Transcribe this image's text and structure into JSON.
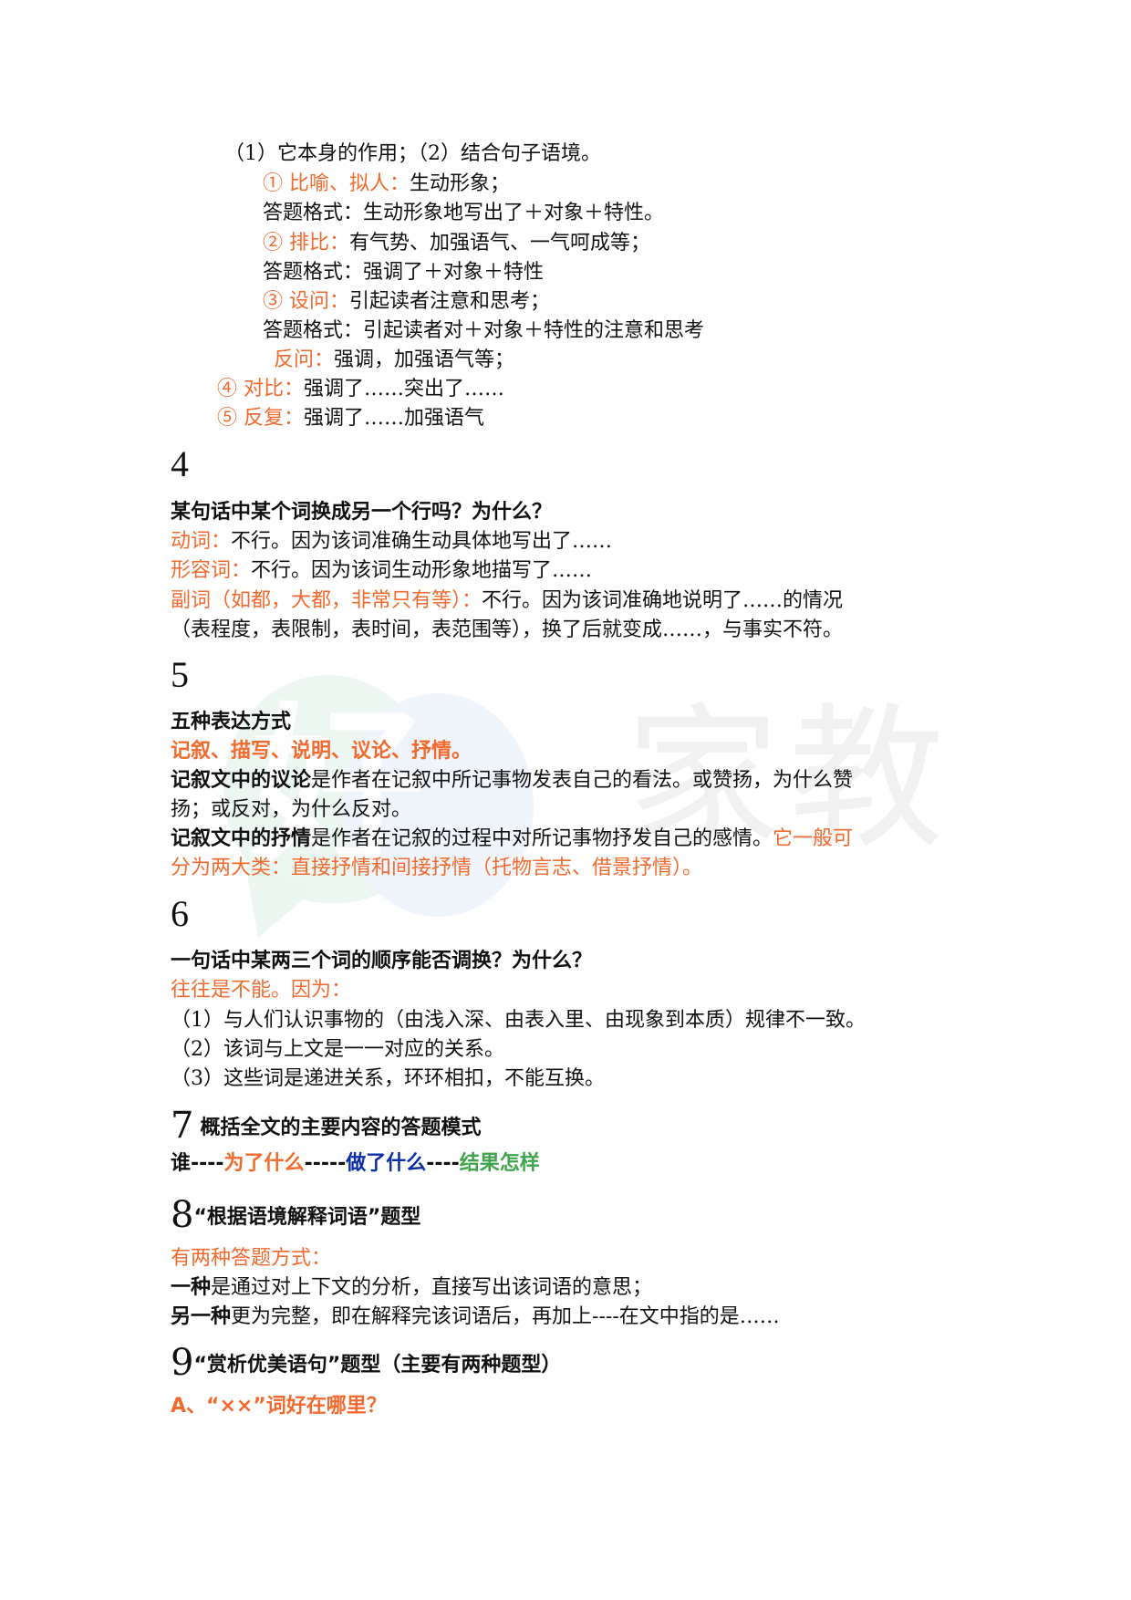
{
  "watermark": {
    "logo_char": "好",
    "text": "家教"
  },
  "colors": {
    "accent_orange": "#f26a2e",
    "accent_blue": "#0a2ea8",
    "accent_green": "#3fa54a",
    "text": "#111111"
  },
  "section3": {
    "intro": "（1）它本身的作用；（2）结合句子语境。",
    "items": [
      {
        "label": "① 比喻、拟人：",
        "text": "生动形象；"
      },
      {
        "label": "",
        "text": "答题格式：生动形象地写出了＋对象＋特性。"
      },
      {
        "label": "② 排比：",
        "text": "有气势、加强语气、一气呵成等；"
      },
      {
        "label": "",
        "text": "答题格式：强调了＋对象＋特性"
      },
      {
        "label": "③ 设问：",
        "text": "引起读者注意和思考；"
      },
      {
        "label": "",
        "text": "答题格式：引起读者对＋对象＋特性的注意和思考"
      },
      {
        "label": "反问：",
        "text": "强调，加强语气等；"
      },
      {
        "label": "④ 对比：",
        "text": "强调了……突出了……"
      },
      {
        "label": "⑤ 反复：",
        "text": "强调了……加强语气"
      }
    ]
  },
  "section4": {
    "number": "4",
    "question": "某句话中某个词换成另一个行吗？为什么？",
    "rows": [
      {
        "label": "动词：",
        "text": "不行。因为该词准确生动具体地写出了……"
      },
      {
        "label": "形容词：",
        "text": "不行。因为该词生动形象地描写了……"
      },
      {
        "label": "副词（如都，大都，非常只有等）：",
        "text": "不行。因为该词准确地说明了……的情况"
      },
      {
        "label": "",
        "text": "（表程度，表限制，表时间，表范围等），换了后就变成……，与事实不符。"
      }
    ]
  },
  "section5": {
    "number": "5",
    "title": "五种表达方式",
    "types": "记叙、描写、说明、议论、抒情。",
    "p1_bold": "记叙文中的议论",
    "p1_text": "是作者在记叙中所记事物发表自己的看法。或赞扬，为什么赞",
    "p1_text2": "扬；或反对，为什么反对。",
    "p2_bold": "记叙文中的抒情",
    "p2_text": "是作者在记叙的过程中对所记事物抒发自己的感情。",
    "p2_orange": "它一般可",
    "p2_orange2": "分为两大类：直接抒情和间接抒情（托物言志、借景抒情）。"
  },
  "section6": {
    "number": "6",
    "question": "一句话中某两三个词的顺序能否调换？为什么？",
    "answer": "往往是不能。因为：",
    "reasons": [
      "（1）与人们认识事物的（由浅入深、由表入里、由现象到本质）规律不一致。",
      "（2）该词与上文是一一对应的关系。",
      "（3）这些词是递进关系，环环相扣，不能互换。"
    ]
  },
  "section7": {
    "number": "7",
    "title": "概括全文的主要内容的答题模式",
    "p_who": "谁",
    "dash1": "----",
    "p_why": "为了什么",
    "dash2": "-----",
    "p_what": "做了什么",
    "dash3": "----",
    "p_result": "结果怎样"
  },
  "section8": {
    "number": "8",
    "title": "“根据语境解释词语”题型",
    "intro": "有两种答题方式：",
    "m1_bold": "一种",
    "m1_text": "是通过对上下文的分析，直接写出该词语的意思；",
    "m2_bold": "另一种",
    "m2_text": "更为完整，即在解释完该词语后，再加上----在文中指的是……"
  },
  "section9": {
    "number": "9",
    "title": "“赏析优美语句”题型（主要有两种题型）",
    "sub_a": "A、“××”词好在哪里？"
  }
}
